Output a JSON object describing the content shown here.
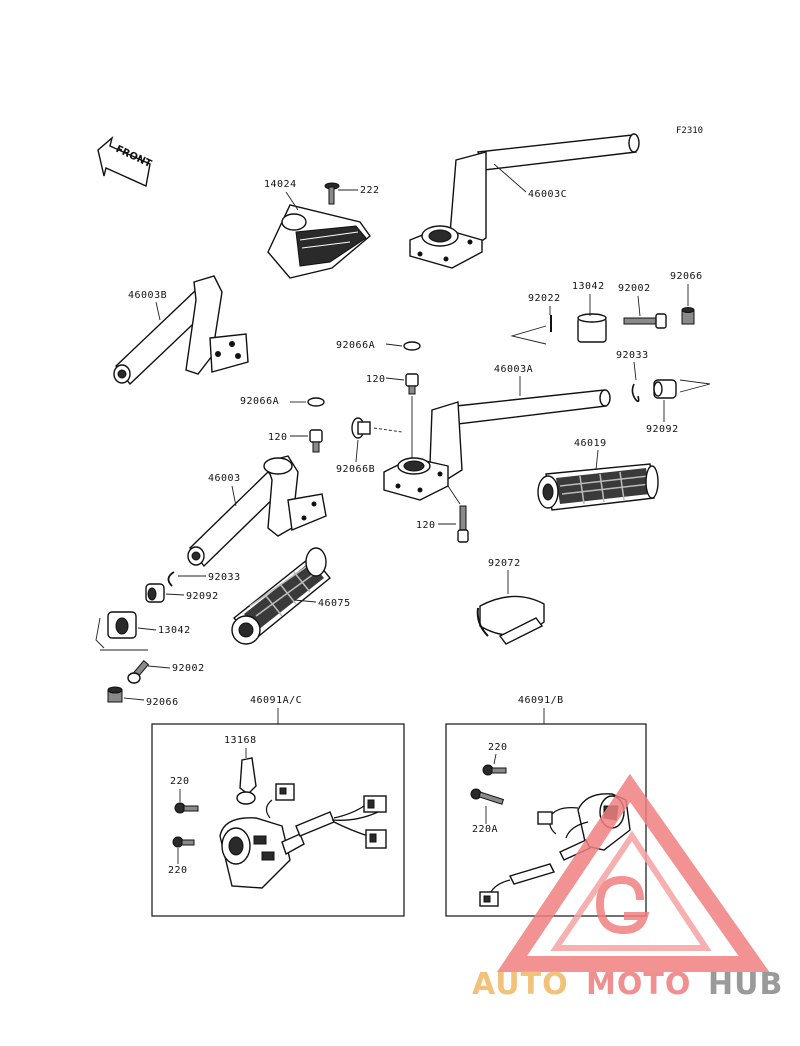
{
  "figure_code": "F2310",
  "front_label": "FRONT",
  "labels": {
    "p14024": "14024",
    "p222": "222",
    "p46003C": "46003C",
    "p46003B": "46003B",
    "p92022": "92022",
    "p13042_top": "13042",
    "p92002_top": "92002",
    "p92066_top": "92066",
    "p92066A_1": "92066A",
    "p120_1": "120",
    "p46003A": "46003A",
    "p92033_top": "92033",
    "p92066A_2": "92066A",
    "p120_2": "120",
    "p92066B": "92066B",
    "p92092_top": "92092",
    "p46019": "46019",
    "p46003": "46003",
    "p120_3": "120",
    "p92033_bot": "92033",
    "p92092_bot": "92092",
    "p46075": "46075",
    "p92072": "92072",
    "p13042_bot": "13042",
    "p92002_bot": "92002",
    "p92066_bot": "92066",
    "p46091AC": "46091A/C",
    "p46091B": "46091/B",
    "p13168": "13168",
    "p220_a": "220",
    "p220_b": "220",
    "p220_c": "220",
    "p220A": "220A"
  },
  "watermark": {
    "part1": "AUTO",
    "part2": "MOTO",
    "part3": "HUB",
    "color1": "#f2c27a",
    "color2": "#f08f8f",
    "color3": "#9a9a9a",
    "logo_color": "#f08080"
  }
}
